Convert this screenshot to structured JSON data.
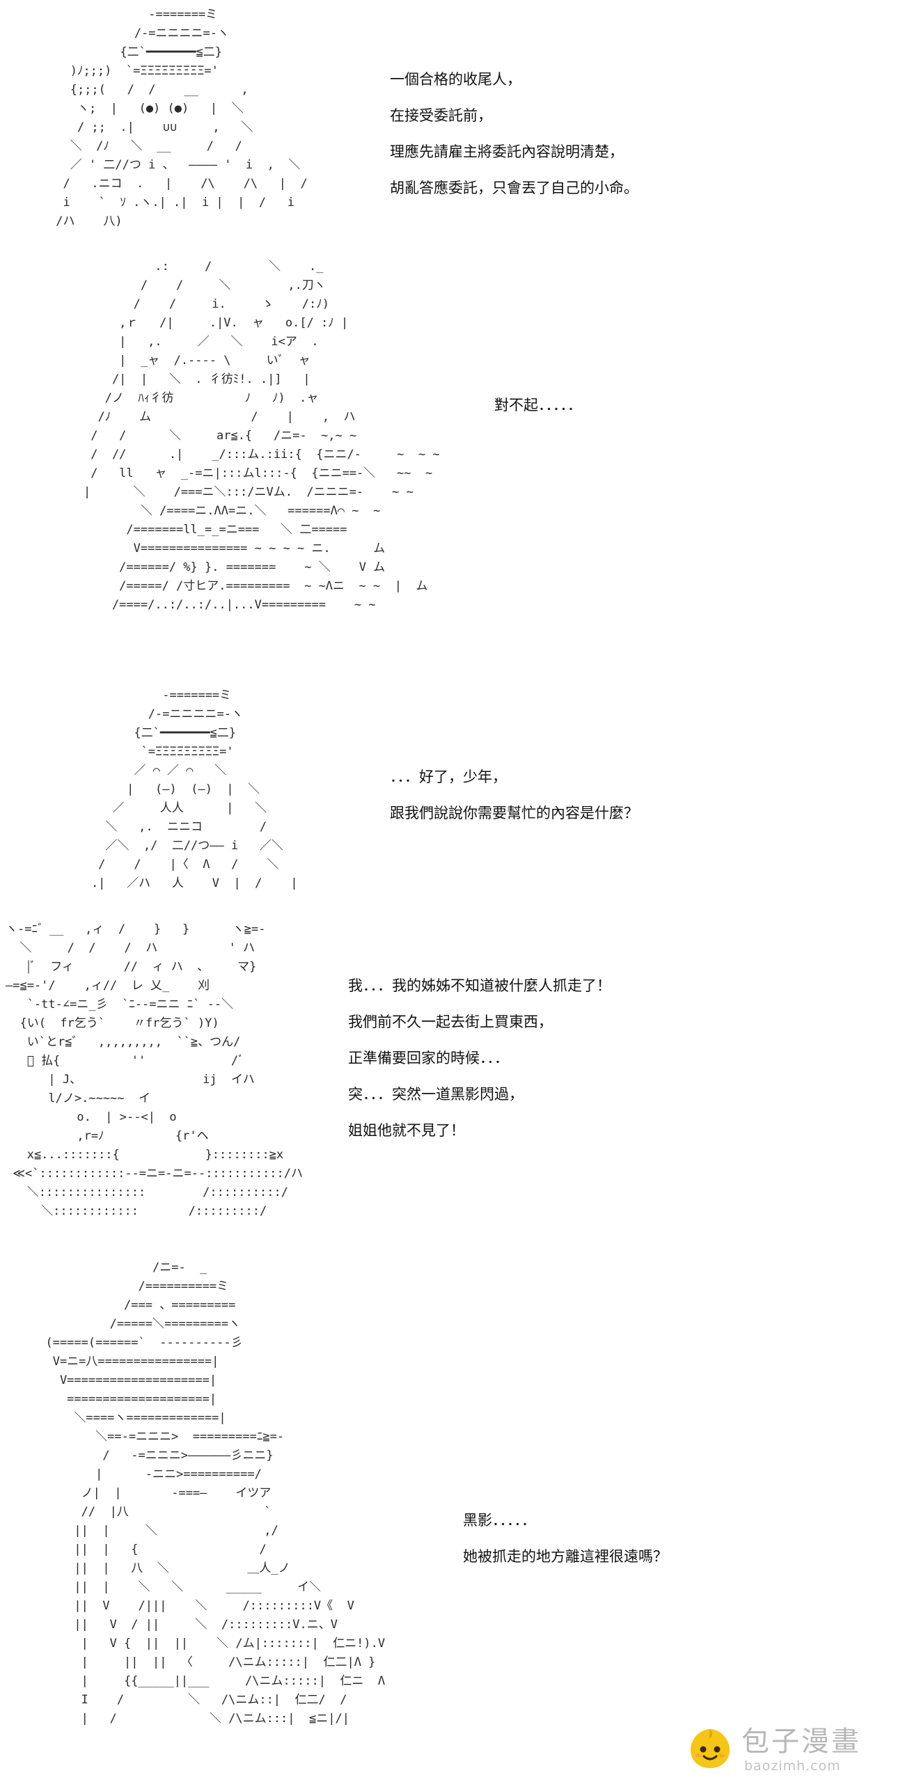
{
  "panels": [
    {
      "art_name": "straw-hat-cat-character",
      "art": "              -=======ミ\n            /-=ニニニニ=-ヽ\n          {二`━━━━━━━≦二}\n   )ﾉ;;;)  `=ΞΞΞΞΞΞΞΞΞ='\n   {;;;(   /  /    __      ,\n    ヽ;  |   (●) (●)   |  ＼\n    / ;;  .|    ∪∪     ,   ＼\n   ＼  /ﾉ   ＼  __     /   /\n   ／ ' 二//つ i 、  ―――― '  i  ,  ＼\n  /   .ニコ  .   |    /\\    /\\   |  /\n  i    `  ｿ .ヽ.| .|  i |  |  /   i\n /ハ    八)  ",
      "lines": [
        "一個合格的收尾人，",
        "在接受委託前，",
        "理應先請雇主將委託內容說明清楚，",
        "胡亂答應委託，只會丟了自己的小命。"
      ]
    },
    {
      "art_name": "long-haired-girl-bowing",
      "art": "          .:     /        ＼    ._\n        /    /     ＼        ,.刀ヽ\n       /    /     i.     ゝ    /:ﾉ)\n     ,ｒ   /|     .|V.  ャ   o.[/ :ﾉ |\n     |   ,.     ／   ＼    i<ア  .\n     |  _ャ  /.---- \\     いﾞ  ャ\n    /|  |   ＼  . 彳彷ﾐ!. .|]   |\n   /ノ  ﾊｨ彳彷          ﾉ   ﾉ)  .ャ\n  /ﾉ    ム              /    |    ,  ハ\n /   /      ＼     ar≦.{   /ニ=-  ~,~ ~\n /  //      .|    _/:::ム.:ii:{  {ニニ/-     ~  ~ ~\n /   ll   ャ  _-=ニ|:::ムl:::-{  {ニニ==-＼   ~~  ~\n|      ＼    /===ニ＼:::/ニVム.  /ニニニ=-    ~ ~\n        ＼ /====ニ.ΛΛ=ニ.＼   ======Λ⌒ ~  ~\n      /=======ll_=_=ニ===   ＼ 二=====\n       V=============== ~ ~ ~ ~ ニ.      ム\n     /======/ %} }. =======    ~ ＼    V ム\n     /=====/ /寸ヒア.=========  ~ ~Λニ  ~ ~  |  ム\n    /====/..:/..:/..|...V=========    ~ ~",
      "lines": [
        "對不起．．．．．"
      ]
    },
    {
      "art_name": "straw-hat-cat-character-smiling",
      "art": "              -=======ミ\n            /-=ニニニニ=-ヽ\n          {二`━━━━━━━≦二}\n           `=ΞΞΞΞΞΞΞΞΞ='\n          ／ ⌒ ／ ⌒   ＼\n         |   (―)  (―)  |  ＼\n       ／     人人      |   ＼\n      ＼   ,.  ニニコ        /\n      ／＼  ,/  二//つ―― i   ／＼\n     /    /    |〈  Λ   /    ＼\n    .|   ／ハ   人    V  |  /    |",
      "lines": [
        "．．．好了，少年，",
        "跟我們說說你需要幫忙的內容是什麼？"
      ]
    },
    {
      "art_name": "spiky-haired-boy-crying",
      "art": "ヽ-=ﾆ゛__   ,ィ  /    }   }      ヽ≧=-\n  ＼     /  /    /  ハ          ' ハ\n   |ﾞ  フィ       //  ィ ハ  、    マ}\n―=≦=-'/    ,ィ//  レ 乂_    刈\n   `-tt-∠=ニ_彡  `ﾆ--=ニニ ﾆ` --＼\n  {い(  fr乞う`    〃fr乞う` )Y)\n   い`とr≦゛  ,,,,,,,,,  ``≧、つん/\n   ﾞ 払{          ''            /ﾞ\n      | J、                 ij  イハ\n      l/ノ>.~~~~~  イ\n          o.  | >--<|  o\n          ,r=ﾉ          {r'ヘ\n   x≦...:::::::{            }::::::::≧x\n ≪<`::::::::::::--=ニ=-ニ=--:::::::::::/ハ\n   ＼:::::::::::::::        /::::::::::/\n     ＼::::::::::::       /:::::::::/",
      "lines": [
        "我．．．我的姊姊不知道被什麼人抓走了！",
        "我們前不久一起去街上買東西，",
        "正準備要回家的時候．．．",
        "突．．．突然一道黑影閃過，",
        "姐姐他就不見了！"
      ]
    },
    {
      "art_name": "straw-hat-cat-side-profile",
      "art": "                 /ニ=-  _\n               /==========ミ\n             /=== 、=========\n           /=====＼=========ヽ\n  (=====(======`  ----------彡\n   V=ニ=八================|\n    V====================|\n     ====================|\n      ＼====ヽ=============|\n         ＼==-=ニニニ>  =========ﾆ≧=-\n          /   -=ニニニ>――――――彡ニニ}\n         |      -ニニ>==========/\n       ノ|  |       -===―    イツア\n       //  |八                   `\n      ||  |     ＼               ,/\n      ||  |   {                 /\n      ||  |   八  ＼           ＿人_ノ\n      ||  |    ＼   ＼      _____     イ＼\n      ||  V    /|||    ＼     /:::::::::V《  V\n      ||   V  / ||     ＼  /:::::::::V.ニ、V\n       |   V {  ||  ||    ＼ /ム|:::::::|  仁ニ!).V\n       |     ||  ||  〈     /\\ニム:::::|  仁二|Λ }\n       |     {{_____||___     /\\ニム:::::|  仁ニ  Λ\n       I    /         ＼   /\\ニム::|  仁二/  /\n       |   /             ＼ /\\ニム:::|  ≦ニ|/|",
      "lines": [
        "黑影．．．．．",
        "她被抓走的地方離這裡很遠嗎？"
      ]
    }
  ],
  "watermark": {
    "title": "包子漫畫",
    "domain": "baozimh.com",
    "brand_color": "#f5c518",
    "text_color": "#b8b8b8"
  }
}
